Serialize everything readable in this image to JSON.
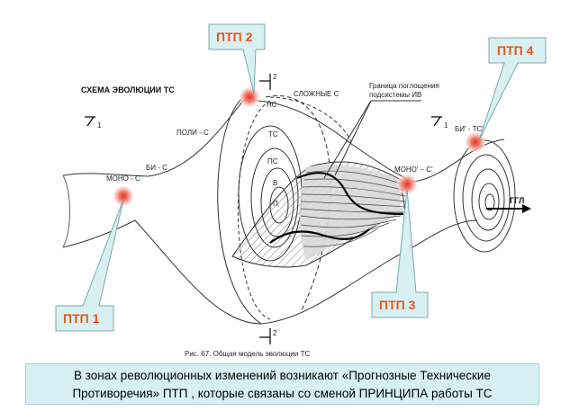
{
  "diagram": {
    "title": "СХЕМА ЭВОЛЮЦИИ ТС",
    "caption": "Рис. 67. Общая модель эволюции ТС",
    "labels": {
      "mono_c": "МОНО - С",
      "bi_c": "БИ - С",
      "poly_c": "ПОЛИ - С",
      "complex_c": "СЛОЖНЫЕ С",
      "nc": "НС",
      "tc": "ТС",
      "pc": "ПС",
      "v": "В",
      "p": "П",
      "mono_prime": "МОНО' – С'",
      "bi_prime": "БИ' - ТС'",
      "ggl": "ГГЛ",
      "boundary": "Граница поглощения подсистемы ИВ",
      "mark_1a": "1",
      "mark_1b": "1",
      "mark_2_top": "2",
      "mark_2_bottom": "2"
    },
    "callouts": [
      {
        "id": "ptp1",
        "text": "ПТП 1"
      },
      {
        "id": "ptp2",
        "text": "ПТП 2"
      },
      {
        "id": "ptp3",
        "text": "ПТП 3"
      },
      {
        "id": "ptp4",
        "text": "ПТП 4"
      }
    ],
    "colors": {
      "callout_fill": "#d9f0f3",
      "callout_text": "#e8541a",
      "hotspot": "#e8321e",
      "note_fill": "#d7f0f3"
    }
  },
  "note": {
    "line1": "В зонах революционных   изменений  возникают «Прогнозные  Технические",
    "line2": "Противоречия» ПТП , которые связаны со сменой ПРИНЦИПА  работы ТС"
  }
}
